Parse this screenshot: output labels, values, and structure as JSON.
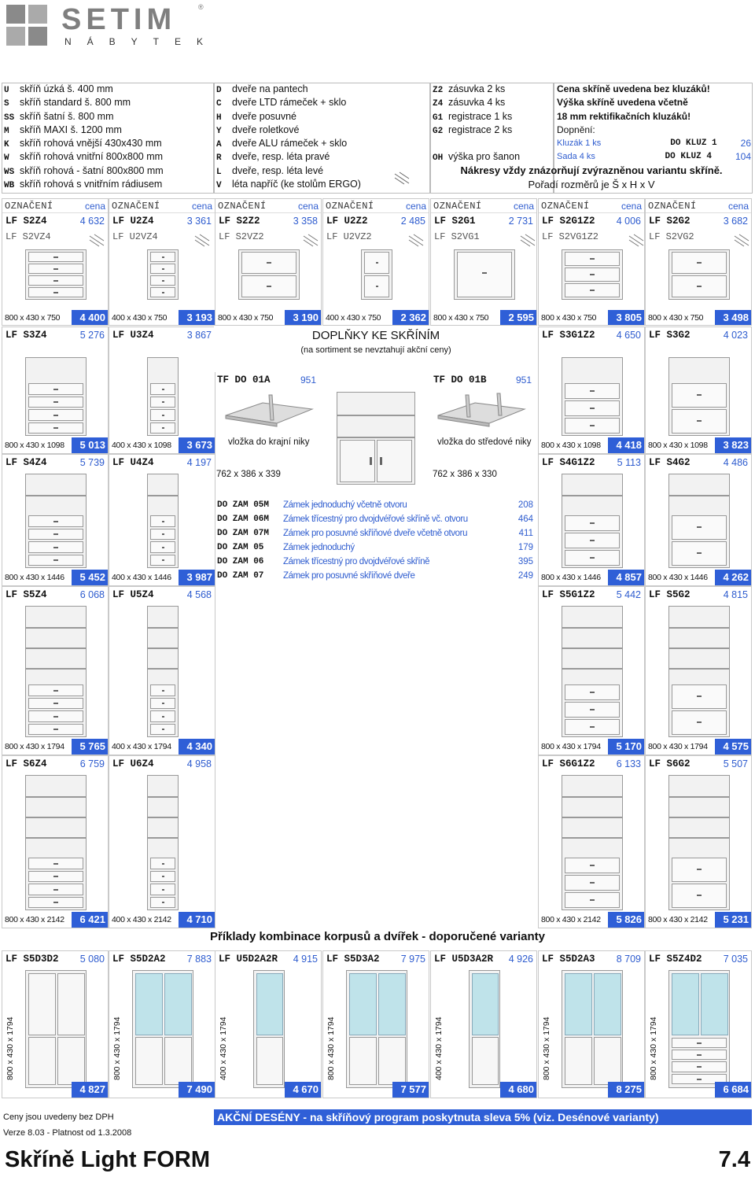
{
  "logo": {
    "name": "SETIM",
    "sub": "NÁBYTEK",
    "reg": "®"
  },
  "legend": {
    "col1": [
      [
        "U",
        "skříň úzká š. 400 mm"
      ],
      [
        "S",
        "skříň standard š. 800 mm"
      ],
      [
        "SS",
        "skříň šatní š. 800 mm"
      ],
      [
        "M",
        "skříň MAXI š. 1200 mm"
      ],
      [
        "K",
        "skříň rohová vnější 430x430 mm"
      ],
      [
        "W",
        "skříň rohová vnitřní 800x800 mm"
      ],
      [
        "WS",
        "skříň rohová - šatní 800x800 mm"
      ],
      [
        "WB",
        "skříň rohová s vnitřním rádiusem"
      ]
    ],
    "col2": [
      [
        "D",
        "dveře na pantech"
      ],
      [
        "C",
        "dveře LTD rámeček + sklo"
      ],
      [
        "H",
        "dveře posuvné"
      ],
      [
        "Y",
        "dveře roletkové"
      ],
      [
        "A",
        "dveře ALU rámeček + sklo"
      ],
      [
        "R",
        "dveře, resp. léta pravé"
      ],
      [
        "L",
        "dveře, resp. léta levé"
      ],
      [
        "V",
        "léta napříč (ke stolům ERGO)"
      ]
    ],
    "col3": [
      [
        "Z2",
        "zásuvka 2 ks"
      ],
      [
        "Z4",
        "zásuvka 4 ks"
      ],
      [
        "G1",
        "registrace 1 ks"
      ],
      [
        "G2",
        "registrace 2 ks"
      ],
      [
        "",
        ""
      ],
      [
        "OH",
        "výška pro šanon"
      ]
    ],
    "note1": "Cena skříně uvedena bez kluzáků!",
    "note2": "Výška skříně uvedena včetně",
    "note3": "18 mm rektifikačních kluzáků!",
    "note4": "Dopnění:",
    "kluz1": {
      "label": "Kluzák 1 ks",
      "code": "DO KLUZ 1",
      "price": "26"
    },
    "kluz4": {
      "label": "Sada 4 ks",
      "code": "DO KLUZ 4",
      "price": "104"
    },
    "note5": "Nákresy vždy znázorňují zvýrazněnou variantu skříně.",
    "note6": "Pořadí rozměrů je Š x H x V"
  },
  "hdr": {
    "o": "OZNAČENÍ",
    "p": "cena"
  },
  "row1": [
    {
      "code": "LF S2Z4",
      "price": "4 632",
      "alt": "LF S2VZ4",
      "dims": "800 x 430 x 750",
      "p2": "4 400"
    },
    {
      "code": "LF U2Z4",
      "price": "3 361",
      "alt": "LF U2VZ4",
      "dims": "400 x 430 x 750",
      "p2": "3 193"
    },
    {
      "code": "LF S2Z2",
      "price": "3 358",
      "alt": "LF S2VZ2",
      "dims": "800 x 430 x 750",
      "p2": "3 190"
    },
    {
      "code": "LF U2Z2",
      "price": "2 485",
      "alt": "LF U2VZ2",
      "dims": "400 x 430 x 750",
      "p2": "2 362"
    },
    {
      "code": "LF S2G1",
      "price": "2 731",
      "alt": "LF S2VG1",
      "dims": "800 x 430 x 750",
      "p2": "2 595"
    },
    {
      "code": "LF S2G1Z2",
      "price": "4 006",
      "alt": "LF S2VG1Z2",
      "dims": "800 x 430 x 750",
      "p2": "3 805"
    },
    {
      "code": "LF S2G2",
      "price": "3 682",
      "alt": "LF S2VG2",
      "dims": "800 x 430 x 750",
      "p2": "3 498"
    }
  ],
  "rows": [
    {
      "left": [
        {
          "code": "LF S3Z4",
          "price": "5 276",
          "dims": "800 x 430 x 1098",
          "p2": "5 013"
        },
        {
          "code": "LF U3Z4",
          "price": "3 867",
          "dims": "400 x 430 x 1098",
          "p2": "3 673"
        }
      ],
      "right": [
        {
          "code": "LF S3G1Z2",
          "price": "4 650",
          "dims": "800 x 430 x 1098",
          "p2": "4 418"
        },
        {
          "code": "LF S3G2",
          "price": "4 023",
          "dims": "800 x 430 x 1098",
          "p2": "3 823"
        }
      ]
    },
    {
      "left": [
        {
          "code": "LF S4Z4",
          "price": "5 739",
          "dims": "800 x 430 x 1446",
          "p2": "5 452"
        },
        {
          "code": "LF U4Z4",
          "price": "4 197",
          "dims": "400 x 430 x 1446",
          "p2": "3 987"
        }
      ],
      "right": [
        {
          "code": "LF S4G1Z2",
          "price": "5 113",
          "dims": "800 x 430 x 1446",
          "p2": "4 857"
        },
        {
          "code": "LF S4G2",
          "price": "4 486",
          "dims": "800 x 430 x 1446",
          "p2": "4 262"
        }
      ]
    },
    {
      "left": [
        {
          "code": "LF S5Z4",
          "price": "6 068",
          "dims": "800 x 430 x 1794",
          "p2": "5 765"
        },
        {
          "code": "LF U5Z4",
          "price": "4 568",
          "dims": "400 x 430 x 1794",
          "p2": "4 340"
        }
      ],
      "right": [
        {
          "code": "LF S5G1Z2",
          "price": "5 442",
          "dims": "800 x 430 x 1794",
          "p2": "5 170"
        },
        {
          "code": "LF S5G2",
          "price": "4 815",
          "dims": "800 x 430 x 1794",
          "p2": "4 575"
        }
      ]
    },
    {
      "left": [
        {
          "code": "LF S6Z4",
          "price": "6 759",
          "dims": "800 x 430 x 2142",
          "p2": "6 421"
        },
        {
          "code": "LF U6Z4",
          "price": "4 958",
          "dims": "400 x 430 x 2142",
          "p2": "4 710"
        }
      ],
      "right": [
        {
          "code": "LF S6G1Z2",
          "price": "6 133",
          "dims": "800 x 430 x 2142",
          "p2": "5 826"
        },
        {
          "code": "LF S6G2",
          "price": "5 507",
          "dims": "800 x 430 x 2142",
          "p2": "5 231"
        }
      ]
    }
  ],
  "acc": {
    "title": "DOPLŇKY KE SKŘÍNÍM",
    "subtitle": "(na sortiment se nevztahují akční ceny)",
    "a": {
      "code": "TF DO 01A",
      "price": "951",
      "label": "vložka do krajní niky",
      "dims": "762 x 386 x 339"
    },
    "b": {
      "code": "TF DO 01B",
      "price": "951",
      "label": "vložka do středové niky",
      "dims": "762 x 386 x 330"
    },
    "locks": [
      {
        "code": "DO ZAM 05M",
        "label": "Zámek jednoduchý včetně otvoru",
        "price": "208"
      },
      {
        "code": "DO ZAM 06M",
        "label": "Zámek třícestný pro dvojdvéřové skříně vč. otvoru",
        "price": "464"
      },
      {
        "code": "DO ZAM 07M",
        "label": "Zámek pro posuvné skříňové dveře včetně otvoru",
        "price": "411"
      },
      {
        "code": "DO ZAM 05",
        "label": "Zámek jednoduchý",
        "price": "179"
      },
      {
        "code": "DO ZAM 06",
        "label": "Zámek třícestný pro dvojdvéřové skříně",
        "price": "395"
      },
      {
        "code": "DO ZAM 07",
        "label": "Zámek pro posuvné skříňové dveře",
        "price": "249"
      }
    ]
  },
  "combo": {
    "title": "Příklady kombinace korpusů a dvířek - doporučené varianty",
    "items": [
      {
        "code": "LF S5D3D2",
        "price": "5 080",
        "dims": "800 x 430 x 1794",
        "p2": "4 827"
      },
      {
        "code": "LF S5D2A2",
        "price": "7 883",
        "dims": "800 x 430 x 1794",
        "p2": "7 490"
      },
      {
        "code": "LF U5D2A2R",
        "price": "4 915",
        "dims": "400 x 430 x 1794",
        "p2": "4 670"
      },
      {
        "code": "LF S5D3A2",
        "price": "7 975",
        "dims": "800 x 430 x 1794",
        "p2": "7 577"
      },
      {
        "code": "LF U5D3A2R",
        "price": "4 926",
        "dims": "400 x 430 x 1794",
        "p2": "4 680"
      },
      {
        "code": "LF S5D2A3",
        "price": "8 709",
        "dims": "800 x 430 x 1794",
        "p2": "8 275"
      },
      {
        "code": "LF S5Z4D2",
        "price": "7 035",
        "dims": "800 x 430 x 1794",
        "p2": "6 684"
      }
    ]
  },
  "footer": {
    "note1": "Ceny jsou uvedeny bez DPH",
    "note2": "Verze 8.03 - Platnost od 1.3.2008",
    "banner": "AKČNÍ DESÉNY - na skříňový program poskytnuta sleva 5% (viz. Desénové varianty)",
    "title": "Skříně Light FORM",
    "page": "7.4"
  },
  "colors": {
    "accent": "#2f5fd7",
    "glass": "#bfe3ea"
  }
}
